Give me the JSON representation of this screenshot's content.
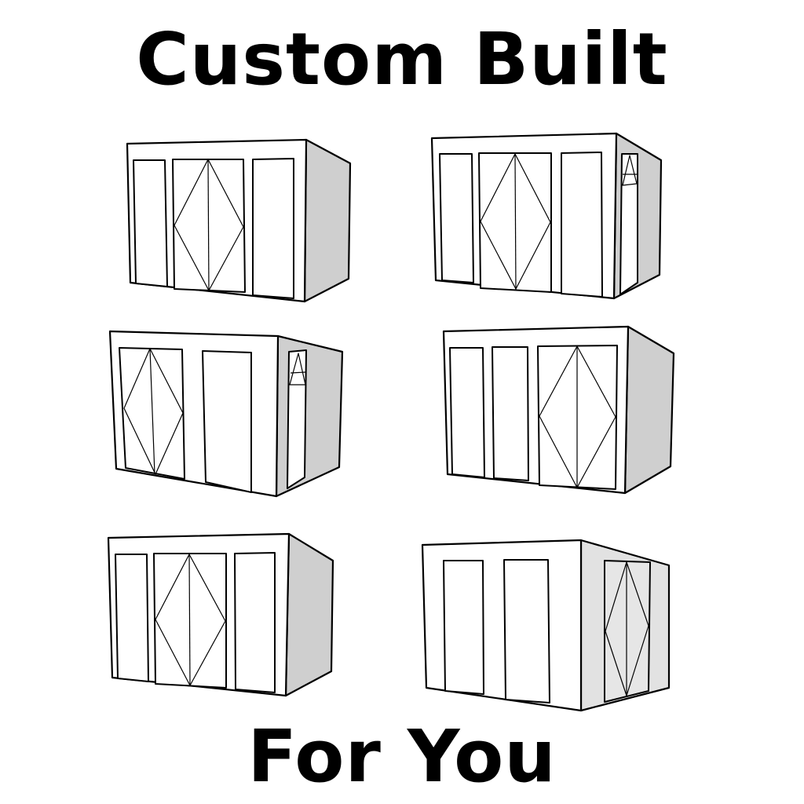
{
  "headline": {
    "top": "Custom Built",
    "bottom": "For You"
  },
  "illustrations": [
    {
      "name": "shed-design-1"
    },
    {
      "name": "shed-design-2"
    },
    {
      "name": "shed-design-3"
    },
    {
      "name": "shed-design-4"
    },
    {
      "name": "shed-design-5"
    },
    {
      "name": "shed-design-6"
    }
  ],
  "colors": {
    "background": "#ffffff",
    "text": "#000000",
    "side_shade": "#cfcfcf",
    "outline": "#000000"
  }
}
